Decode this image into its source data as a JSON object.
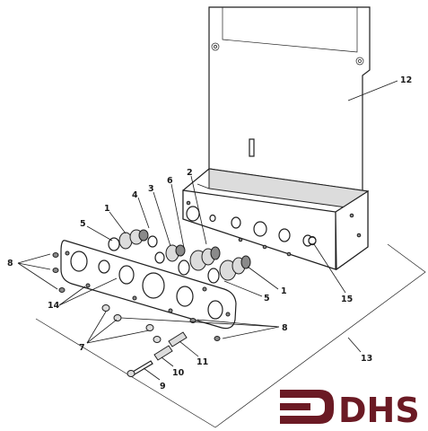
{
  "diagram": {
    "callouts": [
      {
        "id": "c12",
        "text": "12"
      },
      {
        "id": "c2",
        "text": "2"
      },
      {
        "id": "c6",
        "text": "6"
      },
      {
        "id": "c3",
        "text": "3"
      },
      {
        "id": "c4",
        "text": "4"
      },
      {
        "id": "c1a",
        "text": "1"
      },
      {
        "id": "c5a",
        "text": "5"
      },
      {
        "id": "c8a",
        "text": "8"
      },
      {
        "id": "c14",
        "text": "14"
      },
      {
        "id": "c5b",
        "text": "5"
      },
      {
        "id": "c1b",
        "text": "1"
      },
      {
        "id": "c15",
        "text": "15"
      },
      {
        "id": "c8b",
        "text": "8"
      },
      {
        "id": "c7",
        "text": "7"
      },
      {
        "id": "c10",
        "text": "10"
      },
      {
        "id": "c11",
        "text": "11"
      },
      {
        "id": "c9",
        "text": "9"
      },
      {
        "id": "c13",
        "text": "13"
      }
    ]
  },
  "logo": {
    "text": "DHS",
    "color": "#6b1a24"
  }
}
